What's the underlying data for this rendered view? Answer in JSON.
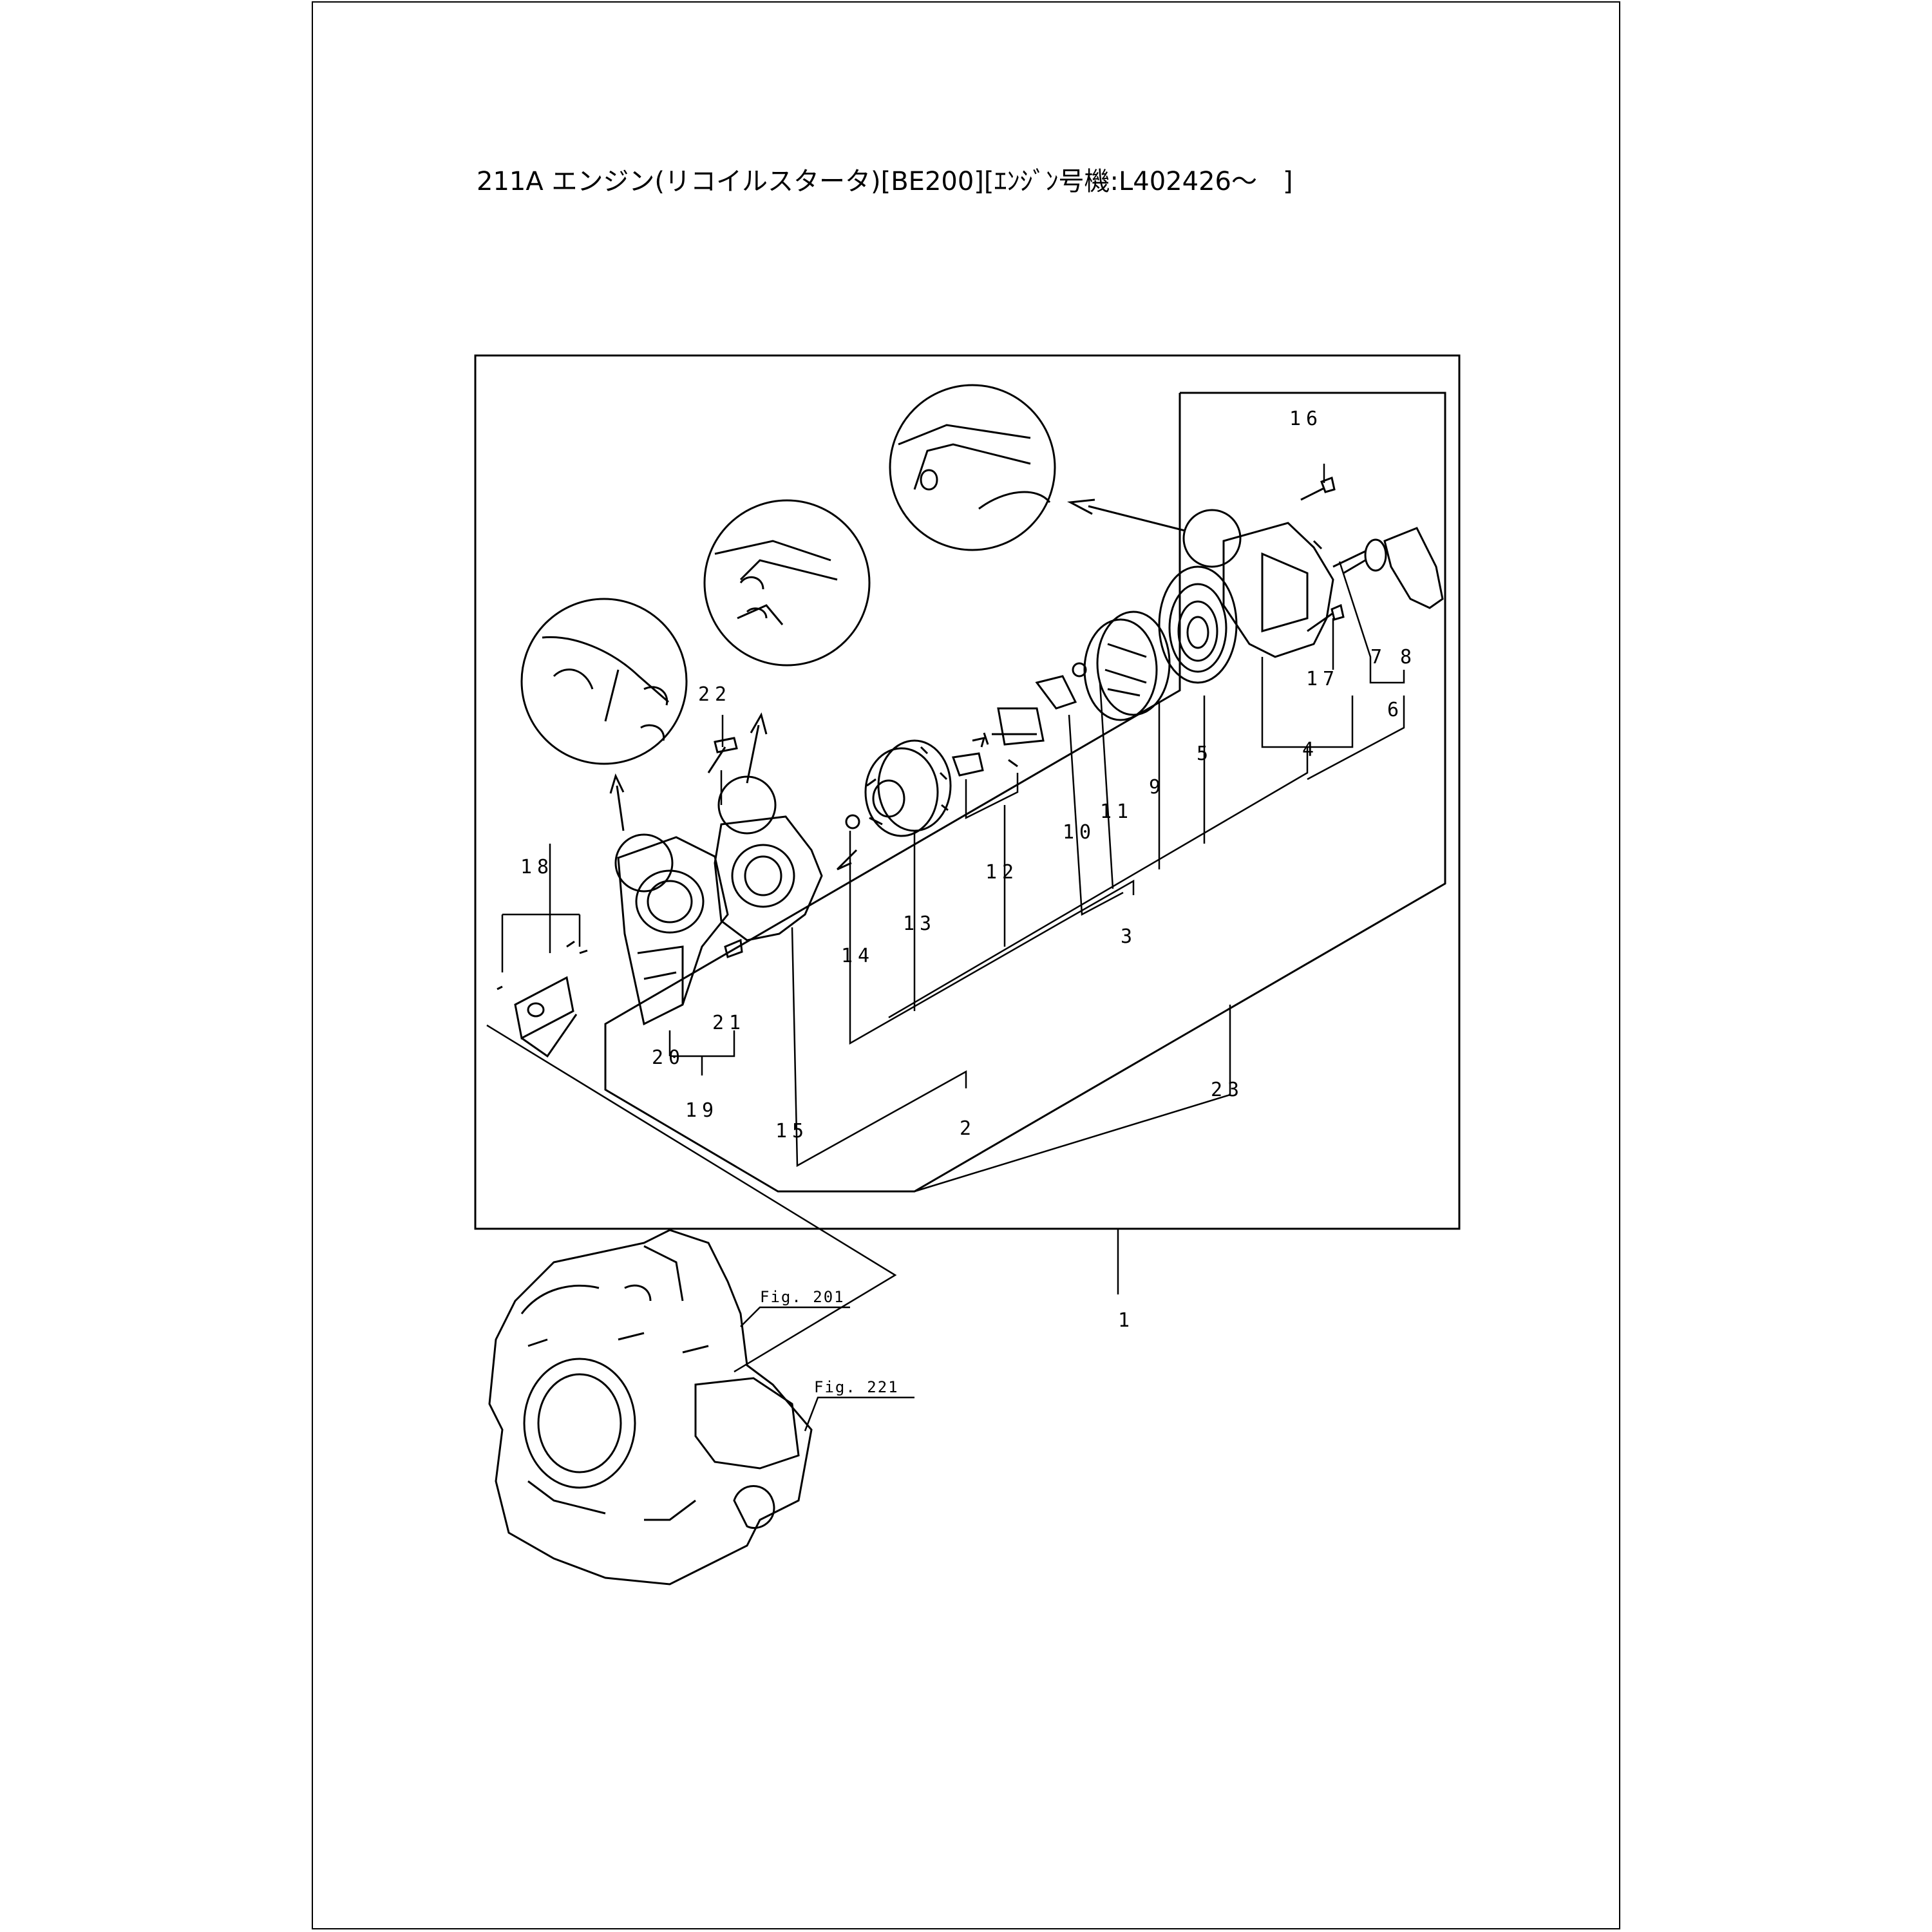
{
  "title": "211A エンジン(リコイルスタータ)[BE200][ｴﾝｼﾞﾝ号機:L402426～　]",
  "part_numbers": [
    "1",
    "2",
    "3",
    "4",
    "5",
    "6",
    "7",
    "8",
    "9",
    "10",
    "11",
    "12",
    "13",
    "14",
    "15",
    "16",
    "17",
    "18",
    "19",
    "20",
    "21",
    "22",
    "23"
  ],
  "figure_refs": [
    "Fig. 201",
    "Fig. 221"
  ],
  "colors": {
    "line": "#000000",
    "background": "#ffffff"
  }
}
